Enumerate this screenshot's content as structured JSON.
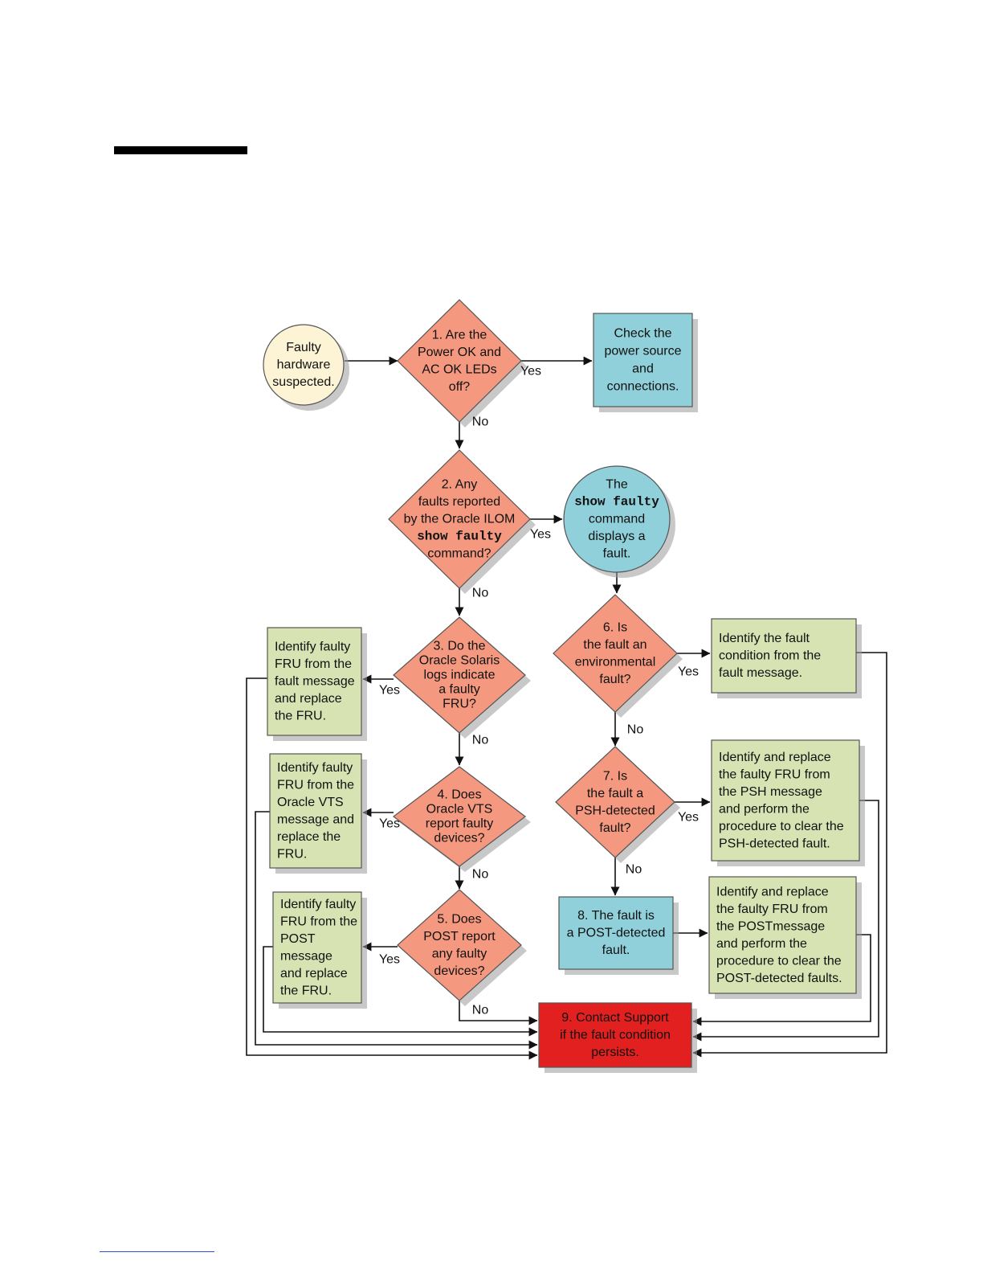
{
  "nodes": {
    "start": {
      "lines": [
        "Faulty",
        "hardware",
        "suspected."
      ]
    },
    "q1": {
      "lines": [
        "1. Are the",
        "Power OK and",
        "AC OK LEDs",
        "off?"
      ]
    },
    "check_power": {
      "lines": [
        "Check the",
        "power source",
        "and",
        "connections."
      ]
    },
    "q2": {
      "lines": [
        "2. Any",
        "faults  reported",
        "by the Oracle ILOM",
        "show faulty",
        "command?"
      ]
    },
    "show_faulty": {
      "lines": [
        "The",
        "show faulty",
        "command",
        "displays a",
        "fault."
      ]
    },
    "q3": {
      "lines": [
        "3. Do the",
        "Oracle Solaris",
        "logs  indicate",
        "a faulty",
        "FRU?"
      ]
    },
    "q4": {
      "lines": [
        "4. Does",
        "Oracle VTS",
        "report faulty",
        "devices?"
      ]
    },
    "q5": {
      "lines": [
        "5. Does",
        "POST report",
        "any faulty",
        "devices?"
      ]
    },
    "q6": {
      "lines": [
        "6. Is",
        "the fault an",
        "environmental",
        "fault?"
      ]
    },
    "q7": {
      "lines": [
        "7. Is",
        "the fault a",
        "PSH-detected",
        "fault?"
      ]
    },
    "post_detected": {
      "lines": [
        "8. The fault is",
        "a POST-detected",
        "fault."
      ]
    },
    "a3": {
      "lines": [
        "Identify faulty",
        "FRU from the",
        "fault message",
        "and replace",
        "the FRU."
      ]
    },
    "a4": {
      "lines": [
        "Identify faulty",
        "FRU from the",
        "Oracle VTS",
        "message and",
        "replace the",
        "FRU."
      ]
    },
    "a5": {
      "lines": [
        "Identify faulty",
        "FRU from the",
        "POST",
        "message",
        "and replace",
        "the FRU."
      ]
    },
    "a6": {
      "lines": [
        "Identify the fault",
        "condition from the",
        "fault message."
      ]
    },
    "a7": {
      "lines": [
        "Identify and replace",
        "the faulty FRU from",
        "the PSH message",
        "and perform the",
        "procedure to clear the",
        "PSH-detected fault."
      ]
    },
    "a8": {
      "lines": [
        "Identify and replace",
        "the faulty FRU from",
        "the POSTmessage",
        "and perform the",
        "procedure to clear the",
        "POST-detected faults."
      ]
    },
    "contact": {
      "lines": [
        "9. Contact Support",
        "if the fault condition",
        "persists."
      ]
    }
  },
  "edge_labels": {
    "q1_yes": "Yes",
    "q1_no": "No",
    "q2_yes": "Yes",
    "q2_no": "No",
    "q3_yes": "Yes",
    "q3_no": "No",
    "q4_yes": "Yes",
    "q4_no": "No",
    "q5_yes": "Yes",
    "q5_no": "No",
    "q6_yes": "Yes",
    "q6_no": "No",
    "q7_yes": "Yes",
    "q7_no": "No"
  },
  "colors": {
    "decision": "#f4997f",
    "start": "#fdf4d6",
    "info_blue": "#8fd0da",
    "action_green": "#d8e3b4",
    "contact_red": "#e1201f",
    "contact_text": "#ffffff",
    "shadow": "#9a9a9a"
  }
}
